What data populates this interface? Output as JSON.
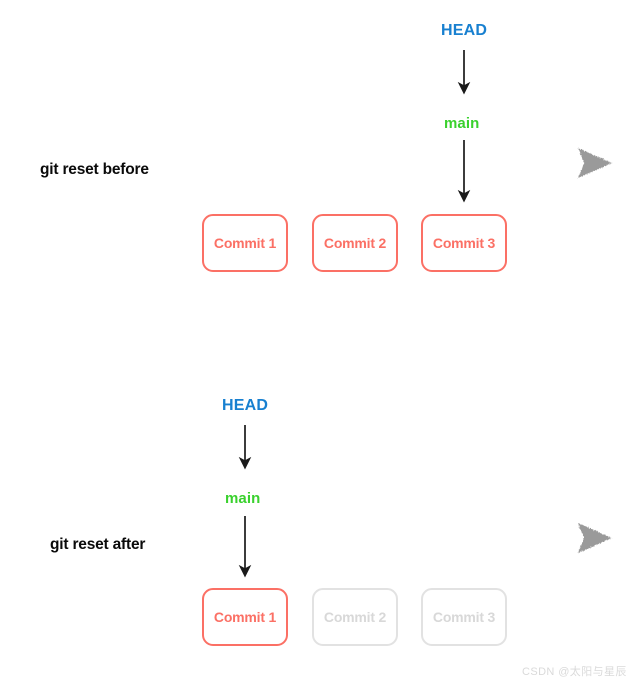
{
  "diagram": {
    "title_visible": false,
    "background": "#ffffff",
    "colors": {
      "head": "#1880d0",
      "branch": "#3ad12e",
      "commit_active": "#fb7065",
      "commit_faded": "#d8d8d8",
      "commit_faded_border": "#e2e2e2",
      "timeline": "#9a9a9a",
      "arrow": "#1a1a1a",
      "label": "#0a0a0a",
      "watermark": "#dadada"
    },
    "sections": [
      {
        "id": "before",
        "row_label": "git reset before",
        "head_label": "HEAD",
        "branch_label": "main",
        "head_points_to": "main",
        "branch_points_to": "Commit 3",
        "commits": [
          {
            "label": "Commit 1",
            "state": "active"
          },
          {
            "label": "Commit 2",
            "state": "active"
          },
          {
            "label": "Commit 3",
            "state": "active"
          }
        ]
      },
      {
        "id": "after",
        "row_label": "git reset after",
        "head_label": "HEAD",
        "branch_label": "main",
        "head_points_to": "main",
        "branch_points_to": "Commit 1",
        "commits": [
          {
            "label": "Commit 1",
            "state": "active"
          },
          {
            "label": "Commit 2",
            "state": "faded"
          },
          {
            "label": "Commit 3",
            "state": "faded"
          }
        ]
      }
    ],
    "watermark": "CSDN @太阳与星辰"
  }
}
